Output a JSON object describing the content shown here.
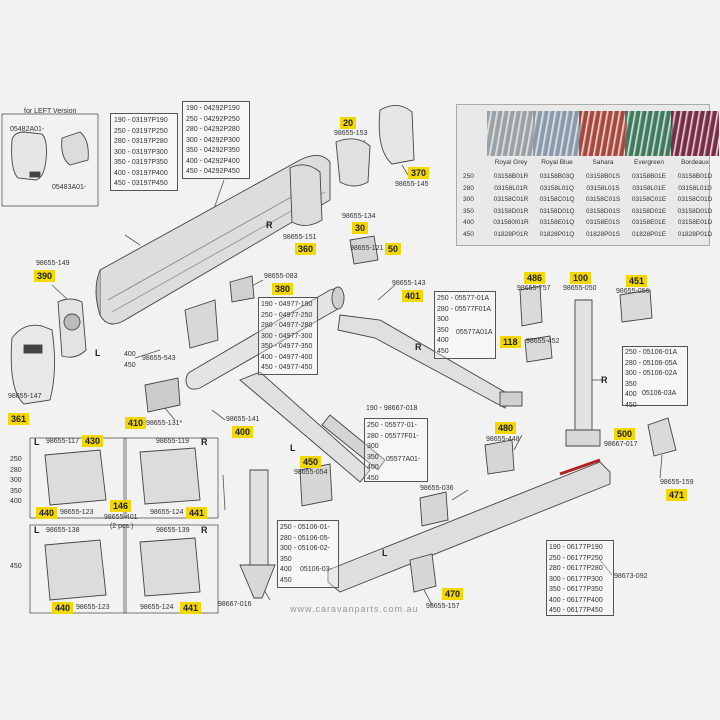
{
  "watermark": "www.caravanparts.com.au",
  "left_version_label": "for LEFT Version",
  "part_codes": {
    "p05482A01": "05482A01-",
    "p05483A01": "05483A01-",
    "p98655_153": "98655-153",
    "p98655_145": "98655-145",
    "p98655_134": "98655-134",
    "p98655_151": "98655-151",
    "p98655_121": "98655-121",
    "p98655_149": "98655-149",
    "p98655_083": "98655-083",
    "p98655_143": "98655-143",
    "p98655_757": "98655-757",
    "p98655_050": "98655-050",
    "p98655_056": "98655-056",
    "p98655_452": "98655-452",
    "p98655_543": "98655-543",
    "p98655_147": "98655-147",
    "p98655_141": "98655-141",
    "p98655_131": "98655-131*",
    "p98667_018": "190 - 98667-018",
    "p98655_448": "98655-448",
    "p98667_017": "98667-017",
    "p98655_159": "98655-159",
    "p98655_117": "98655-117",
    "p98655_119": "98655-119",
    "p98655_123a": "98655-123",
    "p98655_401": "98655-401",
    "p2pcs": "(2 pcs.)",
    "p98655_124a": "98655-124",
    "p98655_138": "98655-138",
    "p98655_139": "98655-139",
    "p98655_123b": "98655-123",
    "p98655_124b": "98655-124",
    "p98655_054": "98655-054",
    "p98655_036": "98655-036",
    "p98667_016": "98667-016",
    "p98655_157": "98655-157",
    "p98673_092": "98673-092"
  },
  "badges": {
    "b20": "20",
    "b370": "370",
    "b30": "30",
    "b360": "360",
    "b50": "50",
    "b390": "390",
    "b380": "380",
    "b401": "401",
    "b486": "486",
    "b100": "100",
    "b451": "451",
    "b118": "118",
    "b361": "361",
    "b410": "410",
    "b400": "400",
    "b480": "480",
    "b500": "500",
    "b430": "430",
    "b146": "146",
    "b440a": "440",
    "b441a": "441",
    "b440b": "440",
    "b441b": "441",
    "b450": "450",
    "b470": "470",
    "b471": "471"
  },
  "sides": {
    "s_r1": "R",
    "s_l1": "L",
    "s_r2": "R",
    "s_l2": "L",
    "s_r3": "R",
    "s_l3": "L",
    "s_r4": "R",
    "s_l4": "L",
    "s_r5": "R",
    "s_l5": "L"
  },
  "size_lists": {
    "profile_a": "190 - 03197P190\n250 - 03197P250\n280 - 03197P280\n300 - 03197P300\n350 - 03197P350\n400 - 03197P400\n450 - 03197P450",
    "profile_b": "190 - 04292P190\n250 - 04292P250\n280 - 04292P280\n300 - 04292P300\n350 - 04292P350\n400 - 04292P400\n450 - 04292P450",
    "roller": "190 - 04977-190\n250 - 04977-250\n280 - 04977-280\n300 - 04977-300\n350 - 04977-350\n400 - 04977-400\n450 - 04977-450",
    "arm_a": "250 - 05577-01A\n280 - 05577F01A\n300\n350\n400\n450",
    "arm_a_code": "05577A01A",
    "arm_b": "250 - 05577-01-\n280 - 05577F01-\n300\n350\n400\n450",
    "arm_b_code": "05577A01-",
    "leg_r": "250 - 05106-01A\n280 - 05106-05A\n300 - 05106-02A\n350\n400\n450",
    "leg_r_code": "05106-03A",
    "leg_l": "250 - 05106-01-\n280 - 05106-05-\n300 - 05106-02-\n350\n400\n450",
    "leg_l_code": "05106-03-",
    "front": "190 - 06177P190\n250 - 06177P250\n280 - 06177P280\n300 - 06177P300\n350 - 06177P350\n400 - 06177P400\n450 - 06177P450",
    "box_a_sizes": "250\n280\n300\n350\n400",
    "box_b_sizes": "450",
    "rod_sizes": "400\n450"
  },
  "fabric_table": {
    "colors": [
      "Royal Grey",
      "Royal Blue",
      "Sahara",
      "Evergreen",
      "Bordeaux"
    ],
    "swatch_colors": [
      "#9aa0a4",
      "#8a9aab",
      "#a8473a",
      "#3d7a5e",
      "#7a2c42"
    ],
    "sizes": [
      "250",
      "280",
      "300",
      "350",
      "400",
      "450"
    ],
    "rows": [
      [
        "03158B01R",
        "03158B03Q",
        "03158B01S",
        "03158B01E",
        "03158B01D"
      ],
      [
        "03158L01R",
        "03158L01Q",
        "03158L01S",
        "03158L01E",
        "03158L01D"
      ],
      [
        "03158C01R",
        "03158C01Q",
        "03158C01S",
        "03158C01E",
        "03158C01D"
      ],
      [
        "03158D01R",
        "03158D01Q",
        "03158D01S",
        "03158D01E",
        "03158D01D"
      ],
      [
        "031580I01R",
        "03158E01Q",
        "03158E01S",
        "03158E01E",
        "03158E01D"
      ],
      [
        "01828P01R",
        "01828P01Q",
        "01828P01S",
        "01828P01E",
        "01828P01D"
      ]
    ]
  }
}
